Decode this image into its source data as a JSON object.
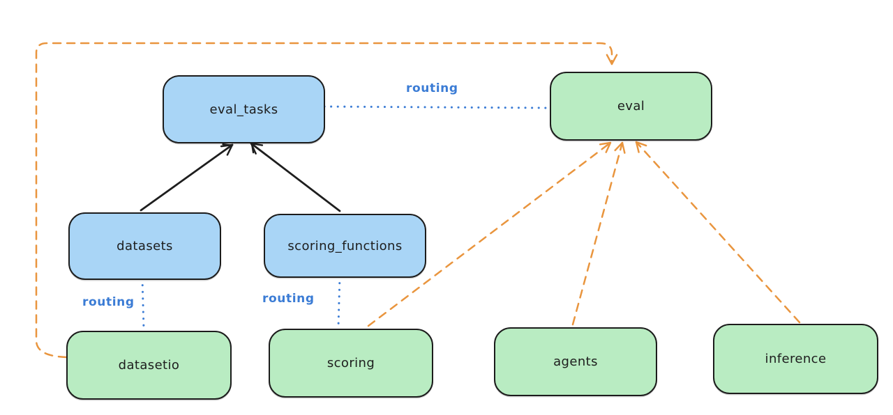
{
  "colors": {
    "node-blue": "#a9d5f6",
    "node-green": "#b9ecc2",
    "stroke-dark": "#1c1c1c",
    "text": "#1d1d1d",
    "edge-black": "#1e1e1e",
    "edge-blue": "#3b7cd5",
    "edge-orange": "#e9953e"
  },
  "nodes": [
    {
      "id": "eval_tasks",
      "label": "eval_tasks",
      "fill": "blue"
    },
    {
      "id": "eval",
      "label": "eval",
      "fill": "green"
    },
    {
      "id": "datasets",
      "label": "datasets",
      "fill": "blue"
    },
    {
      "id": "scoring_functions",
      "label": "scoring_functions",
      "fill": "blue"
    },
    {
      "id": "datasetio",
      "label": "datasetio",
      "fill": "green"
    },
    {
      "id": "scoring",
      "label": "scoring",
      "fill": "green"
    },
    {
      "id": "agents",
      "label": "agents",
      "fill": "green"
    },
    {
      "id": "inference",
      "label": "inference",
      "fill": "green"
    }
  ],
  "edge_labels": {
    "routing_top": "routing",
    "routing_datasets": "routing",
    "routing_scoring": "routing"
  },
  "edges": [
    {
      "from": "datasets",
      "to": "eval_tasks",
      "style": "solid-black-arrow"
    },
    {
      "from": "scoring_functions",
      "to": "eval_tasks",
      "style": "solid-black-arrow"
    },
    {
      "from": "eval_tasks",
      "to": "eval",
      "style": "dotted-blue",
      "label": "routing"
    },
    {
      "from": "datasets",
      "to": "datasetio",
      "style": "dotted-blue",
      "label": "routing"
    },
    {
      "from": "scoring_functions",
      "to": "scoring",
      "style": "dotted-blue",
      "label": "routing"
    },
    {
      "from": "datasetio",
      "to": "eval",
      "style": "dashed-orange-arrow"
    },
    {
      "from": "scoring",
      "to": "eval",
      "style": "dashed-orange-arrow"
    },
    {
      "from": "agents",
      "to": "eval",
      "style": "dashed-orange-arrow"
    },
    {
      "from": "inference",
      "to": "eval",
      "style": "dashed-orange-arrow"
    }
  ]
}
